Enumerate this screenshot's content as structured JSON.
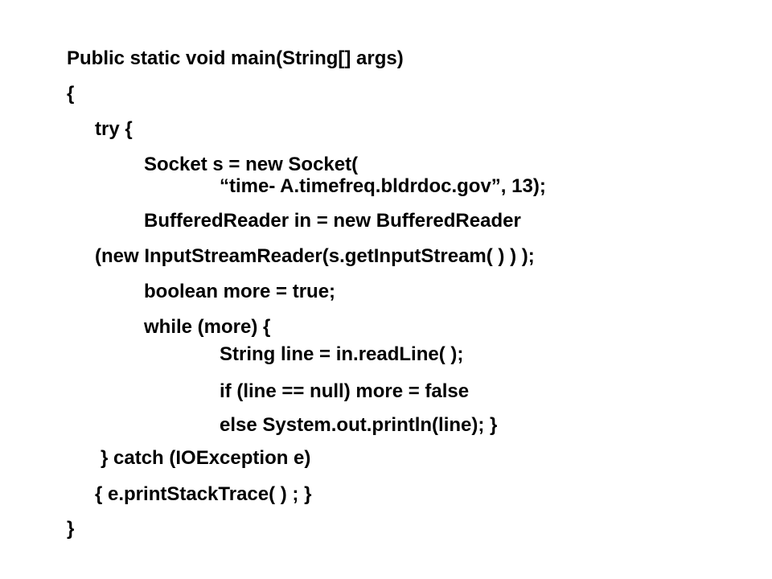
{
  "slide": {
    "lines": [
      "Public static void main(String[] args)",
      "{",
      "try {",
      "Socket s = new Socket(",
      "“time- A.timefreq.bldrdoc.gov”, 13);",
      "BufferedReader in = new BufferedReader",
      "(new InputStreamReader(s.getInputStream( ) ) );",
      "boolean more = true;",
      "while (more) {",
      "String line = in.readLine( );",
      "if (line == null) more = false",
      "else System.out.println(line); }",
      "} catch (IOException e)",
      "{ e.printStackTrace( ) ; }",
      "}"
    ]
  }
}
